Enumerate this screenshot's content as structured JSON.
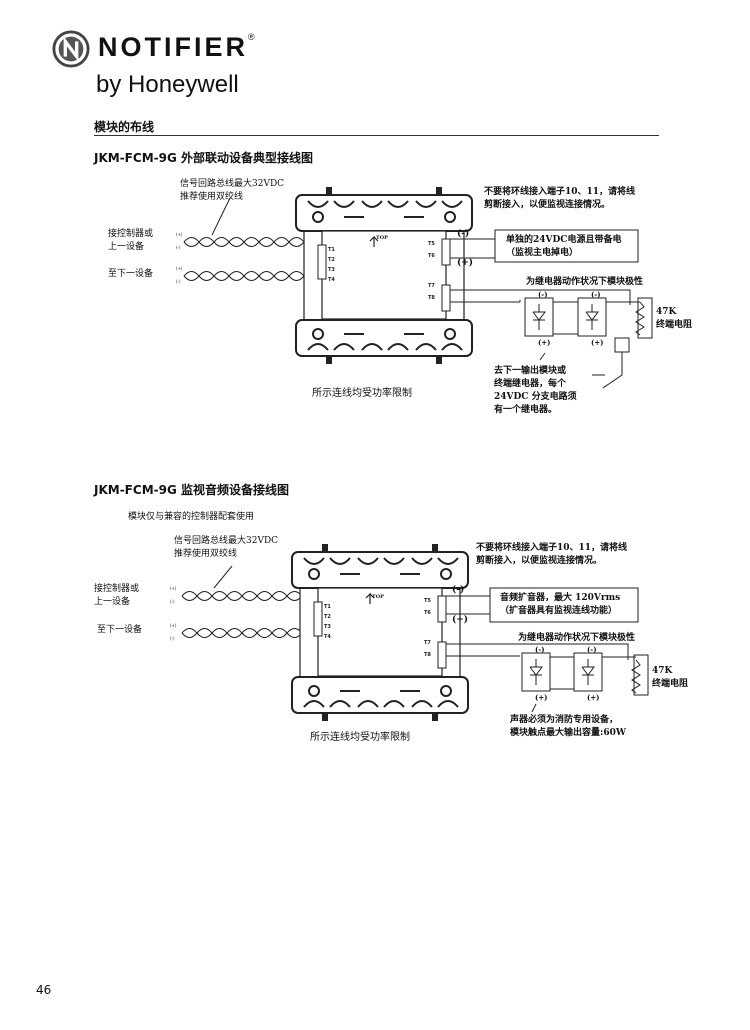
{
  "header": {
    "brand_name": "NOTIFIER",
    "registered_mark": "®",
    "brand_sub": "by Honeywell"
  },
  "section": {
    "title": "模块的布线"
  },
  "diagram1": {
    "title": "JKM-FCM-9G 外部联动设备典型接线图",
    "bus_note": [
      "信号回路总线最大32VDC",
      "推荐使用双绞线"
    ],
    "from_controller": [
      "接控制器或",
      "上一设备"
    ],
    "to_next": "至下一设备",
    "warning": [
      "不要将环线接入端子10、11，请将线",
      "剪断接入，以便监视连接情况。"
    ],
    "neg_mark": "(-)",
    "pos_mark": "(+)",
    "power_box": [
      "单独的24VDC电源且带备电",
      "（监视主电掉电）"
    ],
    "polarity_note": "为继电器动作状况下模块极性",
    "resistor": [
      "47K",
      "终端电阻"
    ],
    "relay_note": [
      "去下一输出模块或",
      "终端继电器，每个",
      "24VDC 分支电路须",
      "有一个继电器。"
    ],
    "caption": "所示连线均受功率限制",
    "module_top": "TOP"
  },
  "diagram2": {
    "title": "JKM-FCM-9G 监视音频设备接线图",
    "compat_note": "模块仅与兼容的控制器配套使用",
    "bus_note": [
      "信号回路总线最大32VDC",
      "推荐使用双绞线"
    ],
    "from_controller": [
      "接控制器或",
      "上一设备"
    ],
    "to_next": "至下一设备",
    "warning": [
      "不要将环线接入端子10、11，请将线",
      "剪断接入，以便监视连接情况。"
    ],
    "neg_mark": "(-)",
    "pos_mark": "(+)",
    "amp_box": [
      "音频扩音器，最大 120Vrms",
      "（扩音器具有监视连线功能）"
    ],
    "polarity_note": "为继电器动作状况下模块极性",
    "resistor": [
      "47K",
      "终端电阻"
    ],
    "speaker_note": [
      "声器必须为消防专用设备，",
      "模块触点最大输出容量:60W"
    ],
    "caption": "所示连线均受功率限制",
    "module_top": "TOP"
  },
  "footer": {
    "page_number": "46"
  }
}
